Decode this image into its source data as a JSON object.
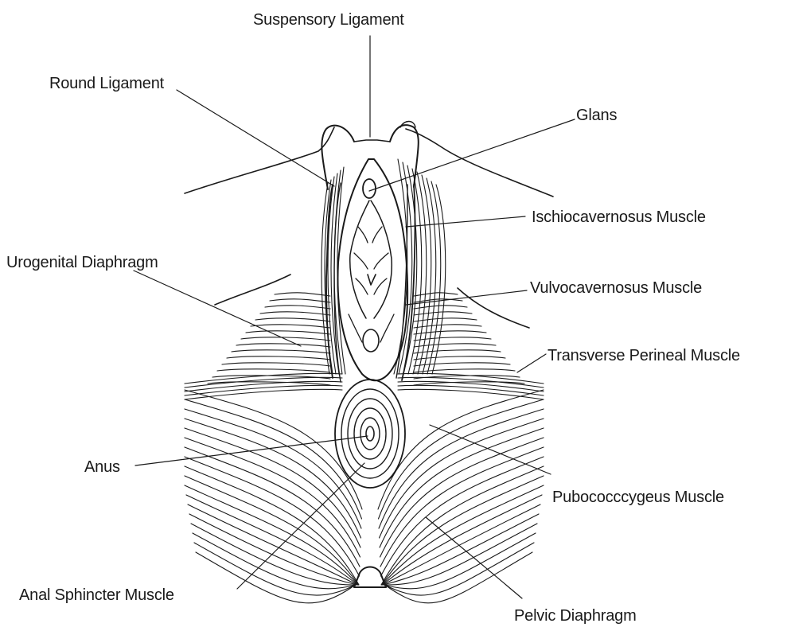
{
  "diagram": {
    "labels": {
      "suspensory_ligament": "Suspensory Ligament",
      "round_ligament": "Round Ligament",
      "glans": "Glans",
      "ischiocavernosus_muscle": "Ischiocavernosus Muscle",
      "urogenital_diaphragm": "Urogenital Diaphragm",
      "vulvocavernosus_muscle": "Vulvocavernosus Muscle",
      "transverse_perineal_muscle": "Transverse Perineal Muscle",
      "anus": "Anus",
      "pubococcygeus_muscle": "Pubococccygeus Muscle",
      "anal_sphincter_muscle": "Anal Sphincter Muscle",
      "pelvic_diaphragm": "Pelvic Diaphragm"
    },
    "colors": {
      "ink": "#1a1a1a",
      "background": "#ffffff"
    }
  }
}
